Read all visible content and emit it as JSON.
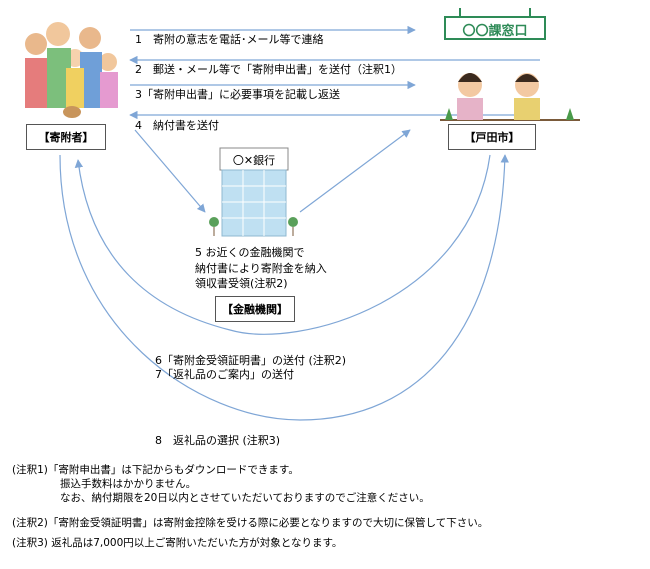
{
  "donor": {
    "label": "【寄附者】"
  },
  "city": {
    "label": "【戸田市】",
    "sign": "〇〇課窓口"
  },
  "bank": {
    "label": "【金融機関】",
    "sign": "〇✕銀行"
  },
  "steps": {
    "s1": "1　寄附の意志を電話･メール等で連絡",
    "s2": "2　郵送・メール等で「寄附申出書」を送付（注釈1）",
    "s3": "3「寄附申出書」に必要事項を記載し返送",
    "s4": "4　納付書を送付",
    "s5a": "5 お近くの金融機関で",
    "s5b": "納付書により寄附金を納入",
    "s5c": "領収書受領(注釈2)",
    "s6": "6「寄附金受領証明書」の送付 (注釈2)",
    "s7": "7「返礼品のご案内」の送付",
    "s8": "8　返礼品の選択 (注釈3)"
  },
  "notes": {
    "n1": "(注釈1)「寄附申出書」は下記からもダウンロードできます。",
    "n1b": "振込手数料はかかりません。",
    "n1c": "なお、納付期限を20日以内とさせていただいておりますのでご注意ください。",
    "n2": "(注釈2)「寄附金受領証明書」は寄附金控除を受ける際に必要となりますので大切に保管して下さい。",
    "n3": "(注釈3) 返礼品は7,000円以上ご寄附いただいた方が対象となります。"
  },
  "colors": {
    "arrow": "#7fa6d6",
    "sign_green": "#2e8b57",
    "building": "#bfe0f2"
  }
}
